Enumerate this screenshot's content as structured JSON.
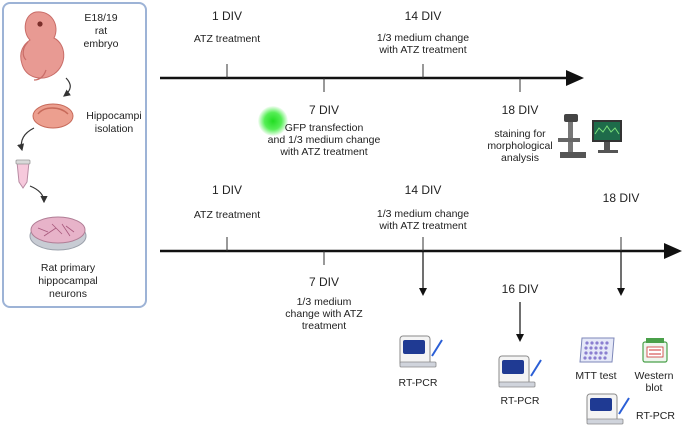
{
  "left_panel": {
    "embryo_label": [
      "E18/19",
      "rat",
      "embryo"
    ],
    "hippocampi_label": [
      "Hippocampi",
      "isolation"
    ],
    "neurons_label": [
      "Rat primary",
      "hippocampal",
      "neurons"
    ]
  },
  "timeline1": {
    "above": [
      {
        "head": "1 DIV",
        "lines": [
          "ATZ treatment"
        ]
      },
      {
        "head": "14 DIV",
        "lines": [
          "1/3 medium change",
          "with ATZ treatment"
        ]
      }
    ],
    "below": [
      {
        "head": "7 DIV",
        "lines": [
          "GFP transfection",
          "and 1/3 medium change",
          "with ATZ treatment"
        ]
      },
      {
        "head": "18 DIV",
        "lines": [
          "staining for",
          "morphological",
          "analysis"
        ]
      }
    ]
  },
  "timeline2": {
    "above": [
      {
        "head": "1 DIV",
        "lines": [
          "ATZ treatment"
        ]
      },
      {
        "head": "14 DIV",
        "lines": [
          "1/3 medium change",
          "with ATZ treatment"
        ]
      },
      {
        "head": "18 DIV",
        "lines": []
      }
    ],
    "below": [
      {
        "head": "7 DIV",
        "lines": [
          "1/3 medium",
          "change with ATZ",
          "treatment"
        ]
      },
      {
        "head": "16 DIV",
        "lines": []
      }
    ],
    "assays": {
      "rtpcr_14": "RT-PCR",
      "rtpcr_16": "RT-PCR",
      "mtt": "MTT test",
      "western": [
        "Western",
        "blot"
      ],
      "rtpcr_18": "RT-PCR"
    }
  },
  "colors": {
    "panel_border": "#9db3d6",
    "arrow": "#111111",
    "gfp_green": "#22dd22",
    "embryo": "#e89a93",
    "dish": "#e7b3c9",
    "machine_screen": "#1f3a93"
  },
  "icons": [
    "rat-embryo-icon",
    "hippocampus-icon",
    "tube-icon",
    "petri-dish-icon",
    "microscope-icon",
    "pcr-machine-icon",
    "mtt-plate-icon",
    "western-blot-icon"
  ]
}
